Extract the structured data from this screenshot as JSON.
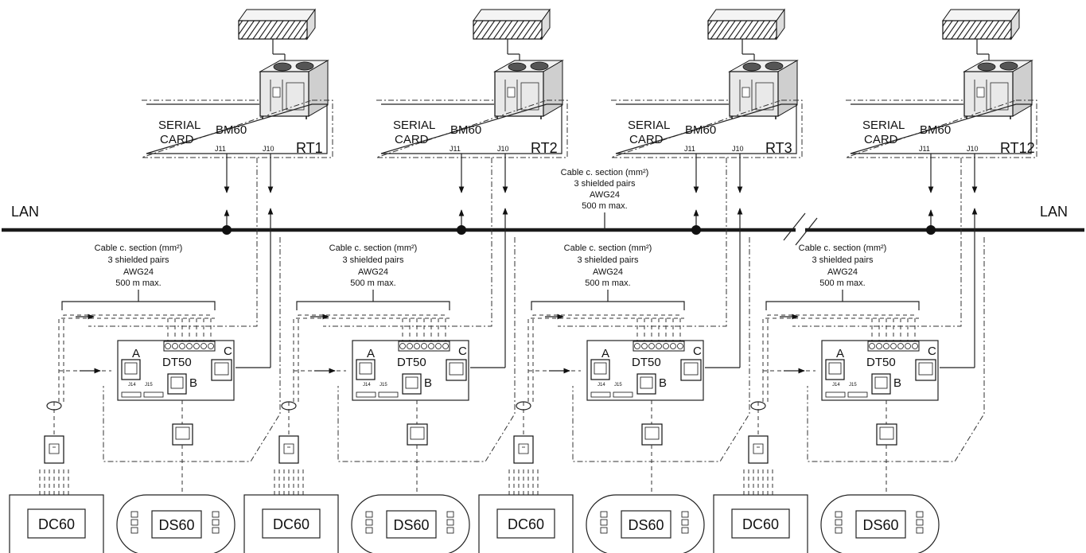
{
  "lan": {
    "left_label": "LAN",
    "right_label": "LAN"
  },
  "upper_cable_note": [
    "Cable c. section (mm²)",
    "3 shielded pairs",
    "AWG24",
    "500 m max."
  ],
  "units": [
    {
      "rt_label": "RT1",
      "serial_line1": "SERIAL",
      "serial_line2": "CARD",
      "bm_label": "BM60",
      "j11": "J11",
      "j10": "J10",
      "cable_note": [
        "Cable c. section (mm²)",
        "3 shielded pairs",
        "AWG24",
        "500 m max."
      ],
      "dt_label": "DT50",
      "port_a": "A",
      "port_b": "B",
      "port_c": "C",
      "j14": "J14",
      "j15": "J15",
      "dc_label": "DC60",
      "ds_label": "DS60"
    },
    {
      "rt_label": "RT2",
      "serial_line1": "SERIAL",
      "serial_line2": "CARD",
      "bm_label": "BM60",
      "j11": "J11",
      "j10": "J10",
      "cable_note": [
        "Cable c. section (mm²)",
        "3 shielded pairs",
        "AWG24",
        "500 m max."
      ],
      "dt_label": "DT50",
      "port_a": "A",
      "port_b": "B",
      "port_c": "C",
      "j14": "J14",
      "j15": "J15",
      "dc_label": "DC60",
      "ds_label": "DS60"
    },
    {
      "rt_label": "RT3",
      "serial_line1": "SERIAL",
      "serial_line2": "CARD",
      "bm_label": "BM60",
      "j11": "J11",
      "j10": "J10",
      "cable_note": [
        "Cable c. section (mm²)",
        "3 shielded pairs",
        "AWG24",
        "500 m max."
      ],
      "dt_label": "DT50",
      "port_a": "A",
      "port_b": "B",
      "port_c": "C",
      "j14": "J14",
      "j15": "J15",
      "dc_label": "DC60",
      "ds_label": "DS60"
    },
    {
      "rt_label": "RT12",
      "serial_line1": "SERIAL",
      "serial_line2": "CARD",
      "bm_label": "BM60",
      "j11": "J11",
      "j10": "J10",
      "cable_note": [
        "Cable c. section (mm²)",
        "3 shielded pairs",
        "AWG24",
        "500 m max."
      ],
      "dt_label": "DT50",
      "port_a": "A",
      "port_b": "B",
      "port_c": "C",
      "j14": "J14",
      "j15": "J15",
      "dc_label": "DC60",
      "ds_label": "DS60"
    }
  ]
}
